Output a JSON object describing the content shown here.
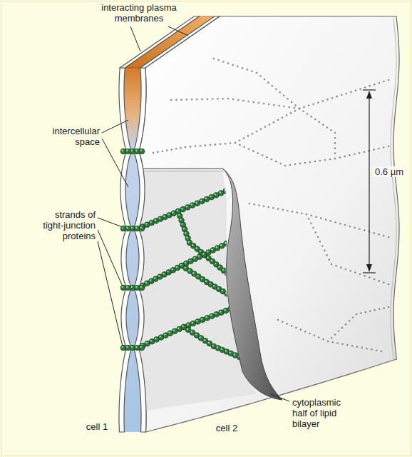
{
  "diagram": {
    "labels": [
      "interacting plasma membranes",
      "intercellular space",
      "strands of tight-junction proteins",
      "0.6 µm",
      "cytoplasmic half of lipid bilayer",
      "cell 1",
      "cell 2"
    ]
  }
}
